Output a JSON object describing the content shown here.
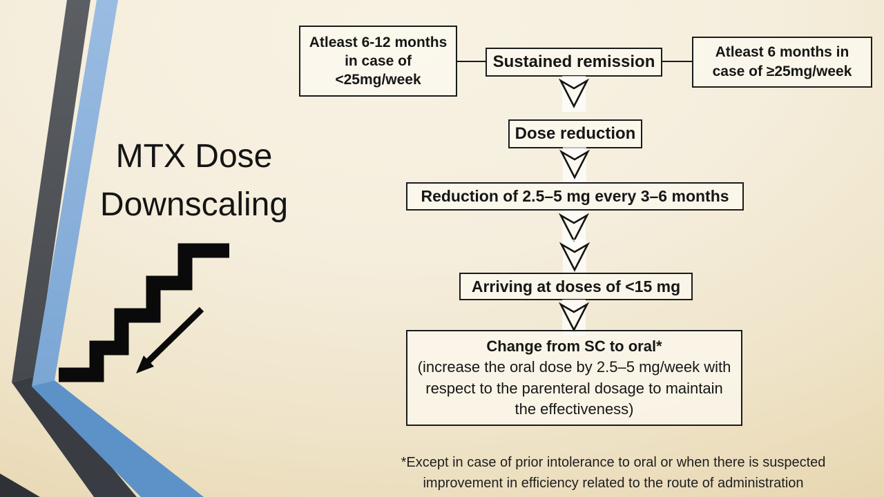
{
  "slide": {
    "title": "MTX Dose Downscaling"
  },
  "flowchart": {
    "condition_left": "Atleast 6-12 months in case of <25mg/week",
    "condition_center": "Sustained remission",
    "condition_right": "Atleast 6 months in case of ≥25mg/week",
    "step_dose_reduction": "Dose reduction",
    "step_reduction_rate": "Reduction of 2.5–5 mg every 3–6 months",
    "step_arriving": "Arriving at doses of <15 mg",
    "final_step": {
      "heading": "Change from SC to oral*",
      "detail": "(increase the oral dose by 2.5–5 mg/week with respect to the parenteral dosage to maintain the effectiveness)"
    }
  },
  "footnote": "*Except in case of prior intolerance to oral or when there is suspected improvement in efficiency related to the route of administration",
  "colors": {
    "background_cream": "#f5eedd",
    "background_tan": "#ddc795",
    "ribbon_dark_upper": "#55585c",
    "ribbon_dark_lower": "#393d43",
    "ribbon_blue_upper": "#8fb3da",
    "ribbon_blue_lower": "#5c92c8",
    "box_border": "#1a1a1a",
    "box_fill": "#f8f5ec",
    "text": "#161616"
  },
  "icons": {
    "chevron": "chevron-down",
    "stairs": "descending-stairs",
    "arrow": "arrow-down-left"
  }
}
